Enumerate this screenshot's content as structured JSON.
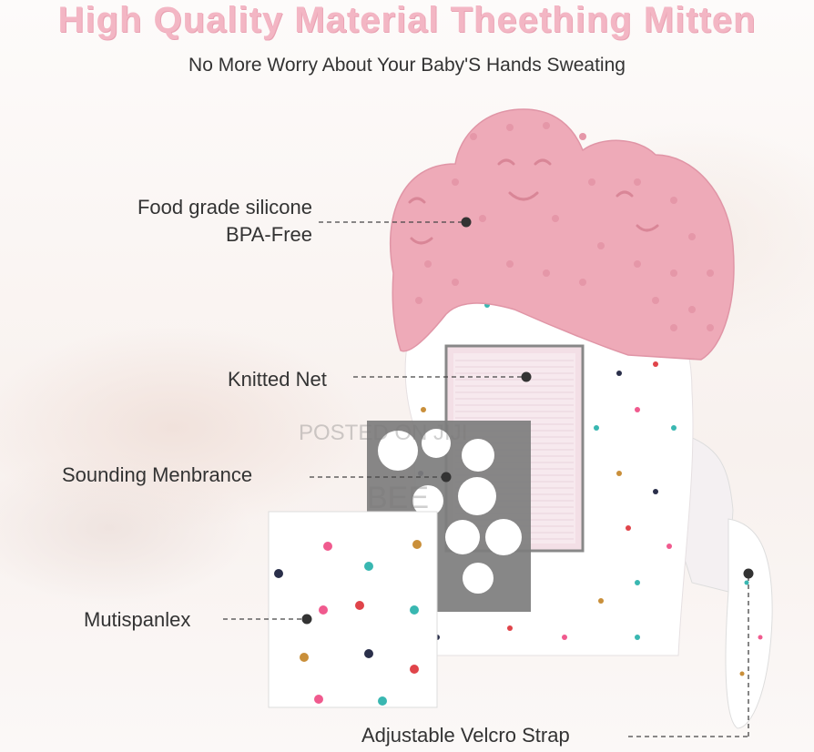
{
  "title": "High Quality Material Theething Mitten",
  "subtitle": "No More Worry About Your Baby'S Hands Sweating",
  "labels": {
    "silicone_line1": "Food grade silicone",
    "silicone_line2": "BPA-Free",
    "knitted_net": "Knitted Net",
    "sounding": "Sounding Menbrance",
    "fabric": "Mutispanlex",
    "strap": "Adjustable Velcro Strap"
  },
  "watermark": {
    "line1": "POSTED ON JIJI",
    "line2": "BEE"
  },
  "colors": {
    "title": "#f3b6c4",
    "silicone": "#eeaab8",
    "fabric": "#ffffff",
    "membrane": "#7d7d7d",
    "dots": [
      "#f05a8e",
      "#39b7b1",
      "#c98f3a",
      "#2a2f4a",
      "#e0444a"
    ]
  }
}
